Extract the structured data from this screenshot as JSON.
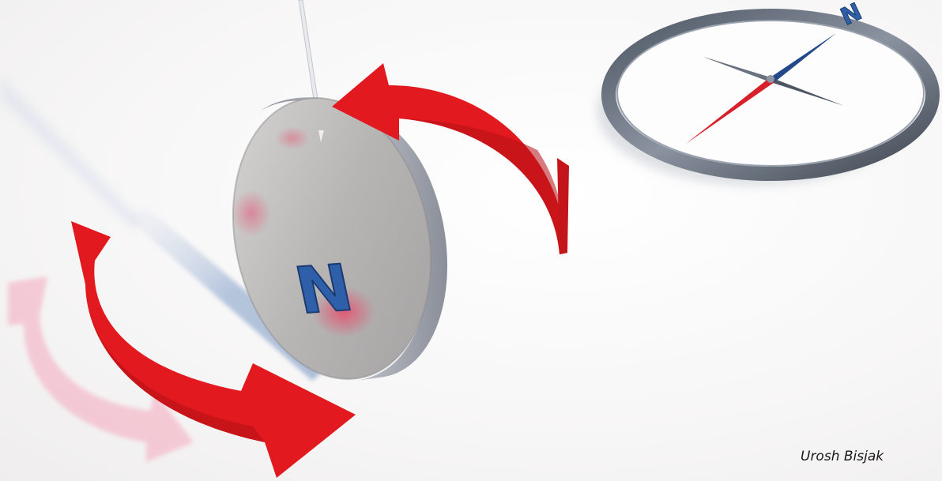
{
  "credit": "Urosh Bisjak",
  "magnet": {
    "pole_label": "N"
  },
  "compass": {
    "north_label": "N"
  },
  "colors": {
    "arrow_red": "#e2191f",
    "arrow_ghost": "#f3a8bd",
    "letter_blue": "#2f5fa8",
    "needle_blue": "#3a6fc4",
    "needle_red": "#d8202a",
    "compass_ring": "#6b7583",
    "magnet_face": "#b9b7b6"
  }
}
